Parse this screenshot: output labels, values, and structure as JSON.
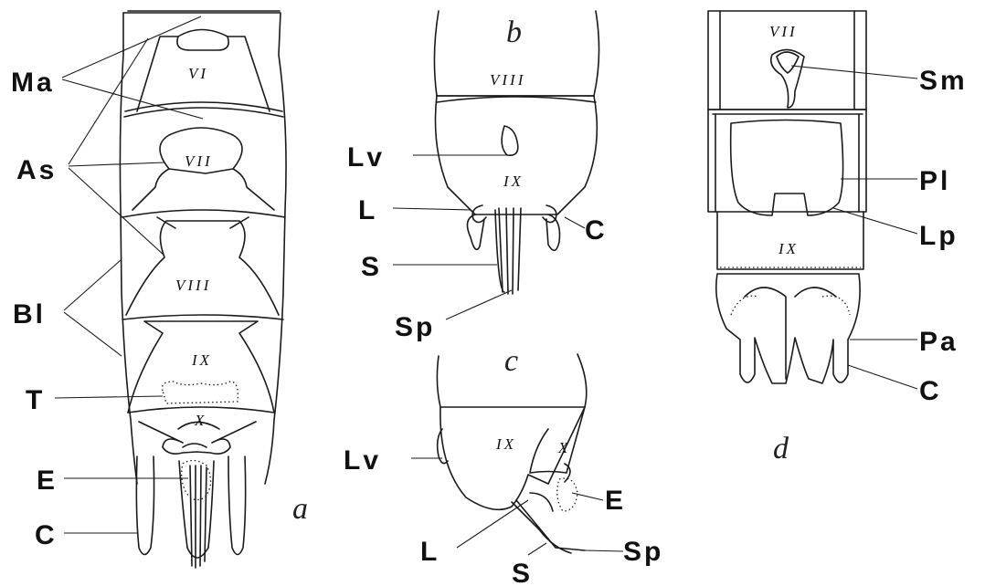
{
  "panels": {
    "a": "a",
    "b": "b",
    "c": "c",
    "d": "d"
  },
  "labels": {
    "Ma": "Ma",
    "As": "As",
    "Bl": "Bl",
    "T": "T",
    "E": "E",
    "C": "C",
    "Lv": "Lv",
    "L": "L",
    "S": "S",
    "Sp": "Sp",
    "Sm": "Sm",
    "Pl": "Pl",
    "Lp": "Lp",
    "Pa": "Pa"
  },
  "segments": {
    "vi": "VI",
    "vii": "VII",
    "viii": "VIII",
    "ix": "IX",
    "x": "X"
  }
}
